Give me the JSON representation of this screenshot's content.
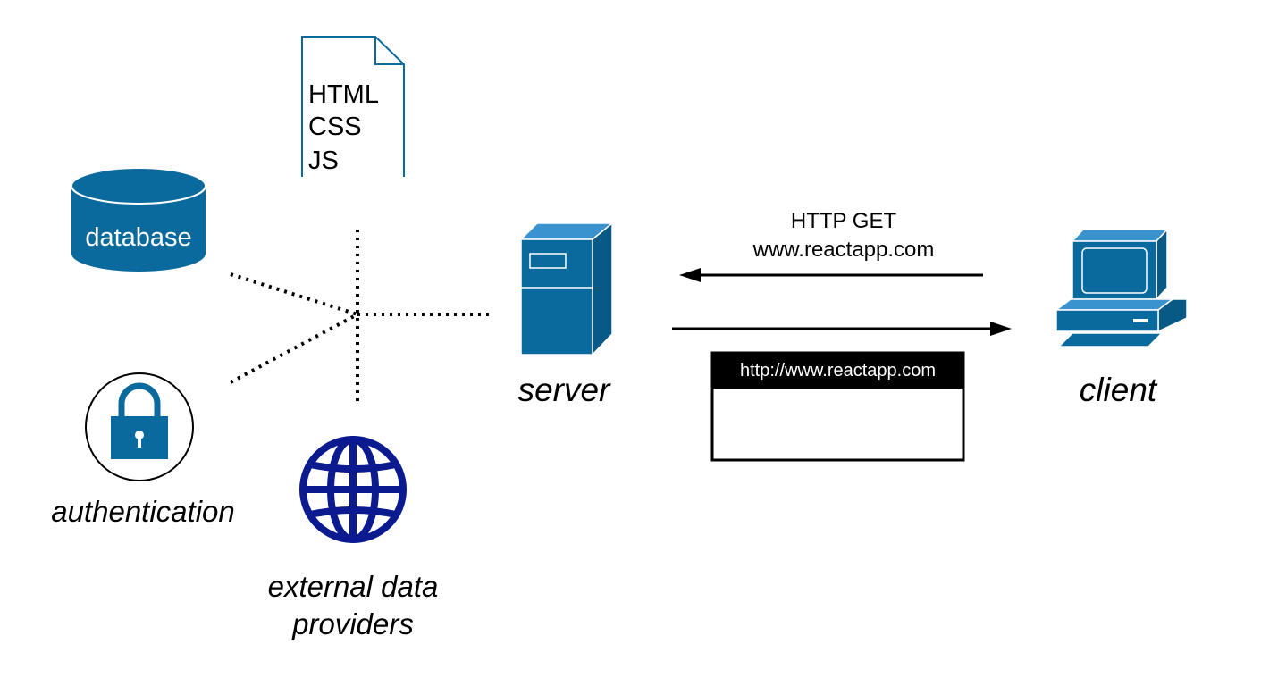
{
  "document": {
    "lines": [
      "HTML",
      "CSS",
      "JS"
    ]
  },
  "database": {
    "label": "database"
  },
  "authentication": {
    "label": "authentication"
  },
  "external": {
    "line1": "external data",
    "line2": "providers"
  },
  "server": {
    "label": "server"
  },
  "client": {
    "label": "client"
  },
  "request": {
    "line1": "HTTP GET",
    "line2": "www.reactapp.com"
  },
  "browser": {
    "url": "http://www.reactapp.com"
  },
  "colors": {
    "icon_blue": "#0a6a9e",
    "globe_navy": "#0b1a8f"
  }
}
